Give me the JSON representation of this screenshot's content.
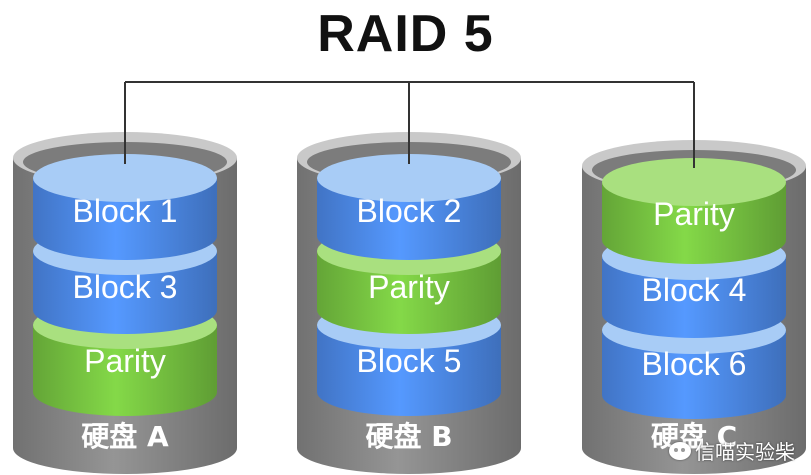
{
  "title": "RAID 5",
  "colors": {
    "block": "#4f8ef0",
    "block_top": "#a8ccf6",
    "parity": "#7ac943",
    "parity_top": "#a9e07f",
    "disk_body": "#8a8a8a",
    "disk_rim": "#c9c9c9",
    "connector": "#333333"
  },
  "disks": [
    {
      "label": "硬盘 A",
      "segments": [
        {
          "label": "Block 1",
          "kind": "block"
        },
        {
          "label": "Block 3",
          "kind": "block"
        },
        {
          "label": "Parity",
          "kind": "parity"
        }
      ]
    },
    {
      "label": "硬盘 B",
      "segments": [
        {
          "label": "Block 2",
          "kind": "block"
        },
        {
          "label": "Parity",
          "kind": "parity"
        },
        {
          "label": "Block 5",
          "kind": "block"
        }
      ]
    },
    {
      "label": "硬盘 C",
      "segments": [
        {
          "label": "Parity",
          "kind": "parity"
        },
        {
          "label": "Block 4",
          "kind": "block"
        },
        {
          "label": "Block 6",
          "kind": "block"
        }
      ]
    }
  ],
  "watermark": "信喵实验柴",
  "watermark_icon": "wechat-icon"
}
